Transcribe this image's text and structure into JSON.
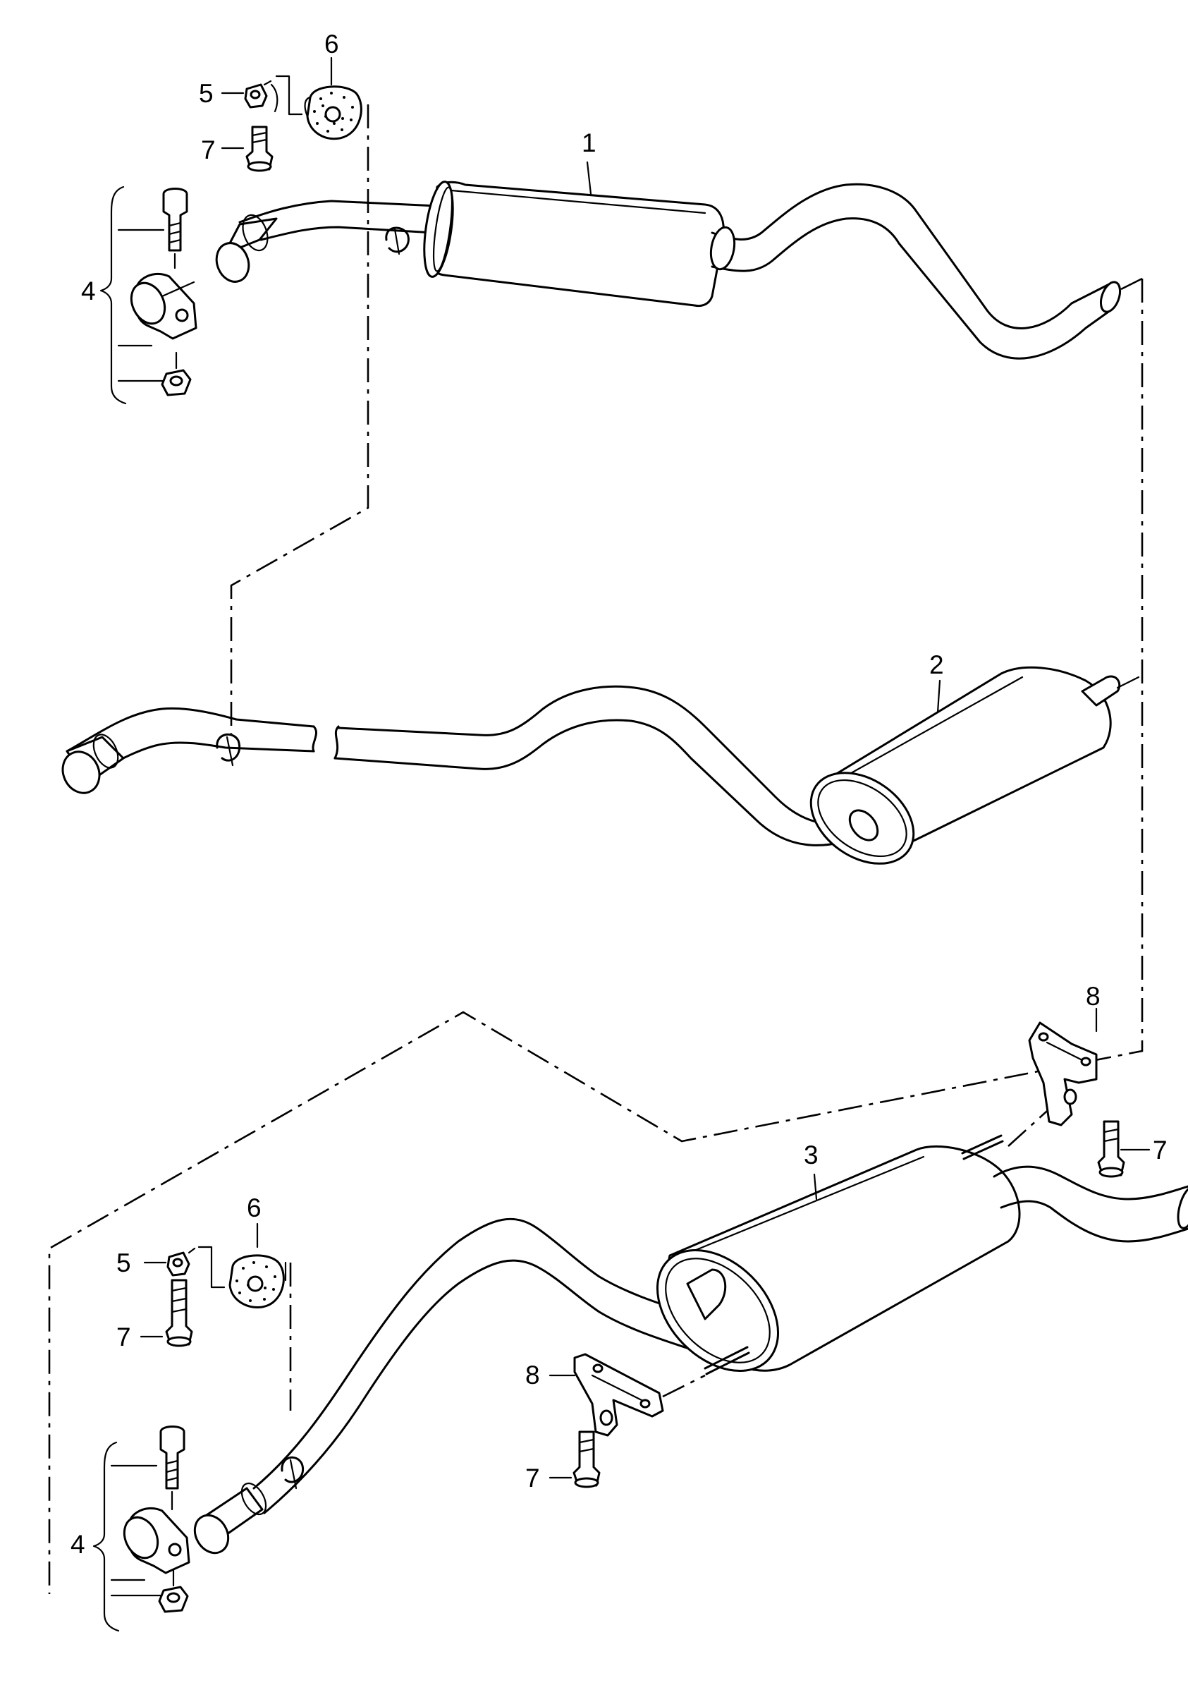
{
  "callouts": {
    "c1": "1",
    "c2": "2",
    "c3": "3",
    "c4_top": "4",
    "c5_top": "5",
    "c6_top": "6",
    "c7_top": "7",
    "c4_bottom": "4",
    "c5_bottom": "5",
    "c6_bottom": "6",
    "c7_bottom_left": "7",
    "c7_bottom_center": "7",
    "c7_bottom_right": "7",
    "c8_center": "8",
    "c8_right": "8"
  }
}
